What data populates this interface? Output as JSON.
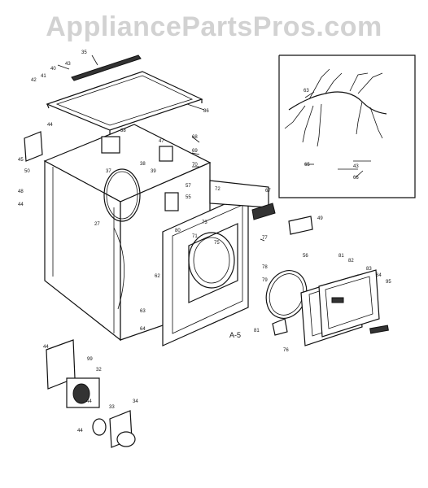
{
  "watermark": "AppliancePartsPros.com",
  "diagram_code": "A-5",
  "part_numbers": {
    "p35": "35",
    "p43a": "43",
    "p40": "40",
    "p42": "42",
    "p41": "41",
    "p86": "86",
    "p44a": "44",
    "p45": "45",
    "p50": "50",
    "p38": "38",
    "p37": "37",
    "p47a": "47",
    "p68": "68",
    "p69": "69",
    "p70": "70",
    "p48": "48",
    "p44b": "44",
    "p38b": "38",
    "p39": "39",
    "p72": "72",
    "p57": "57",
    "p55": "55",
    "p27": "27",
    "p67": "67",
    "p73": "73",
    "p75": "75",
    "p80": "80",
    "p71": "71",
    "p62": "62",
    "p77": "77",
    "p49": "49",
    "p63a": "63",
    "p64": "64",
    "p78": "78",
    "p79": "79",
    "p56": "56",
    "p81a": "81",
    "p82": "82",
    "p83": "83",
    "p84": "84",
    "p95": "95",
    "p81b": "81",
    "p76": "76",
    "p44c": "44",
    "p99": "99",
    "p32": "32",
    "p44d": "44",
    "p33": "33",
    "p34": "34",
    "p44e": "44",
    "p63b": "63",
    "p65": "65",
    "p43b": "43",
    "p66": "66"
  }
}
